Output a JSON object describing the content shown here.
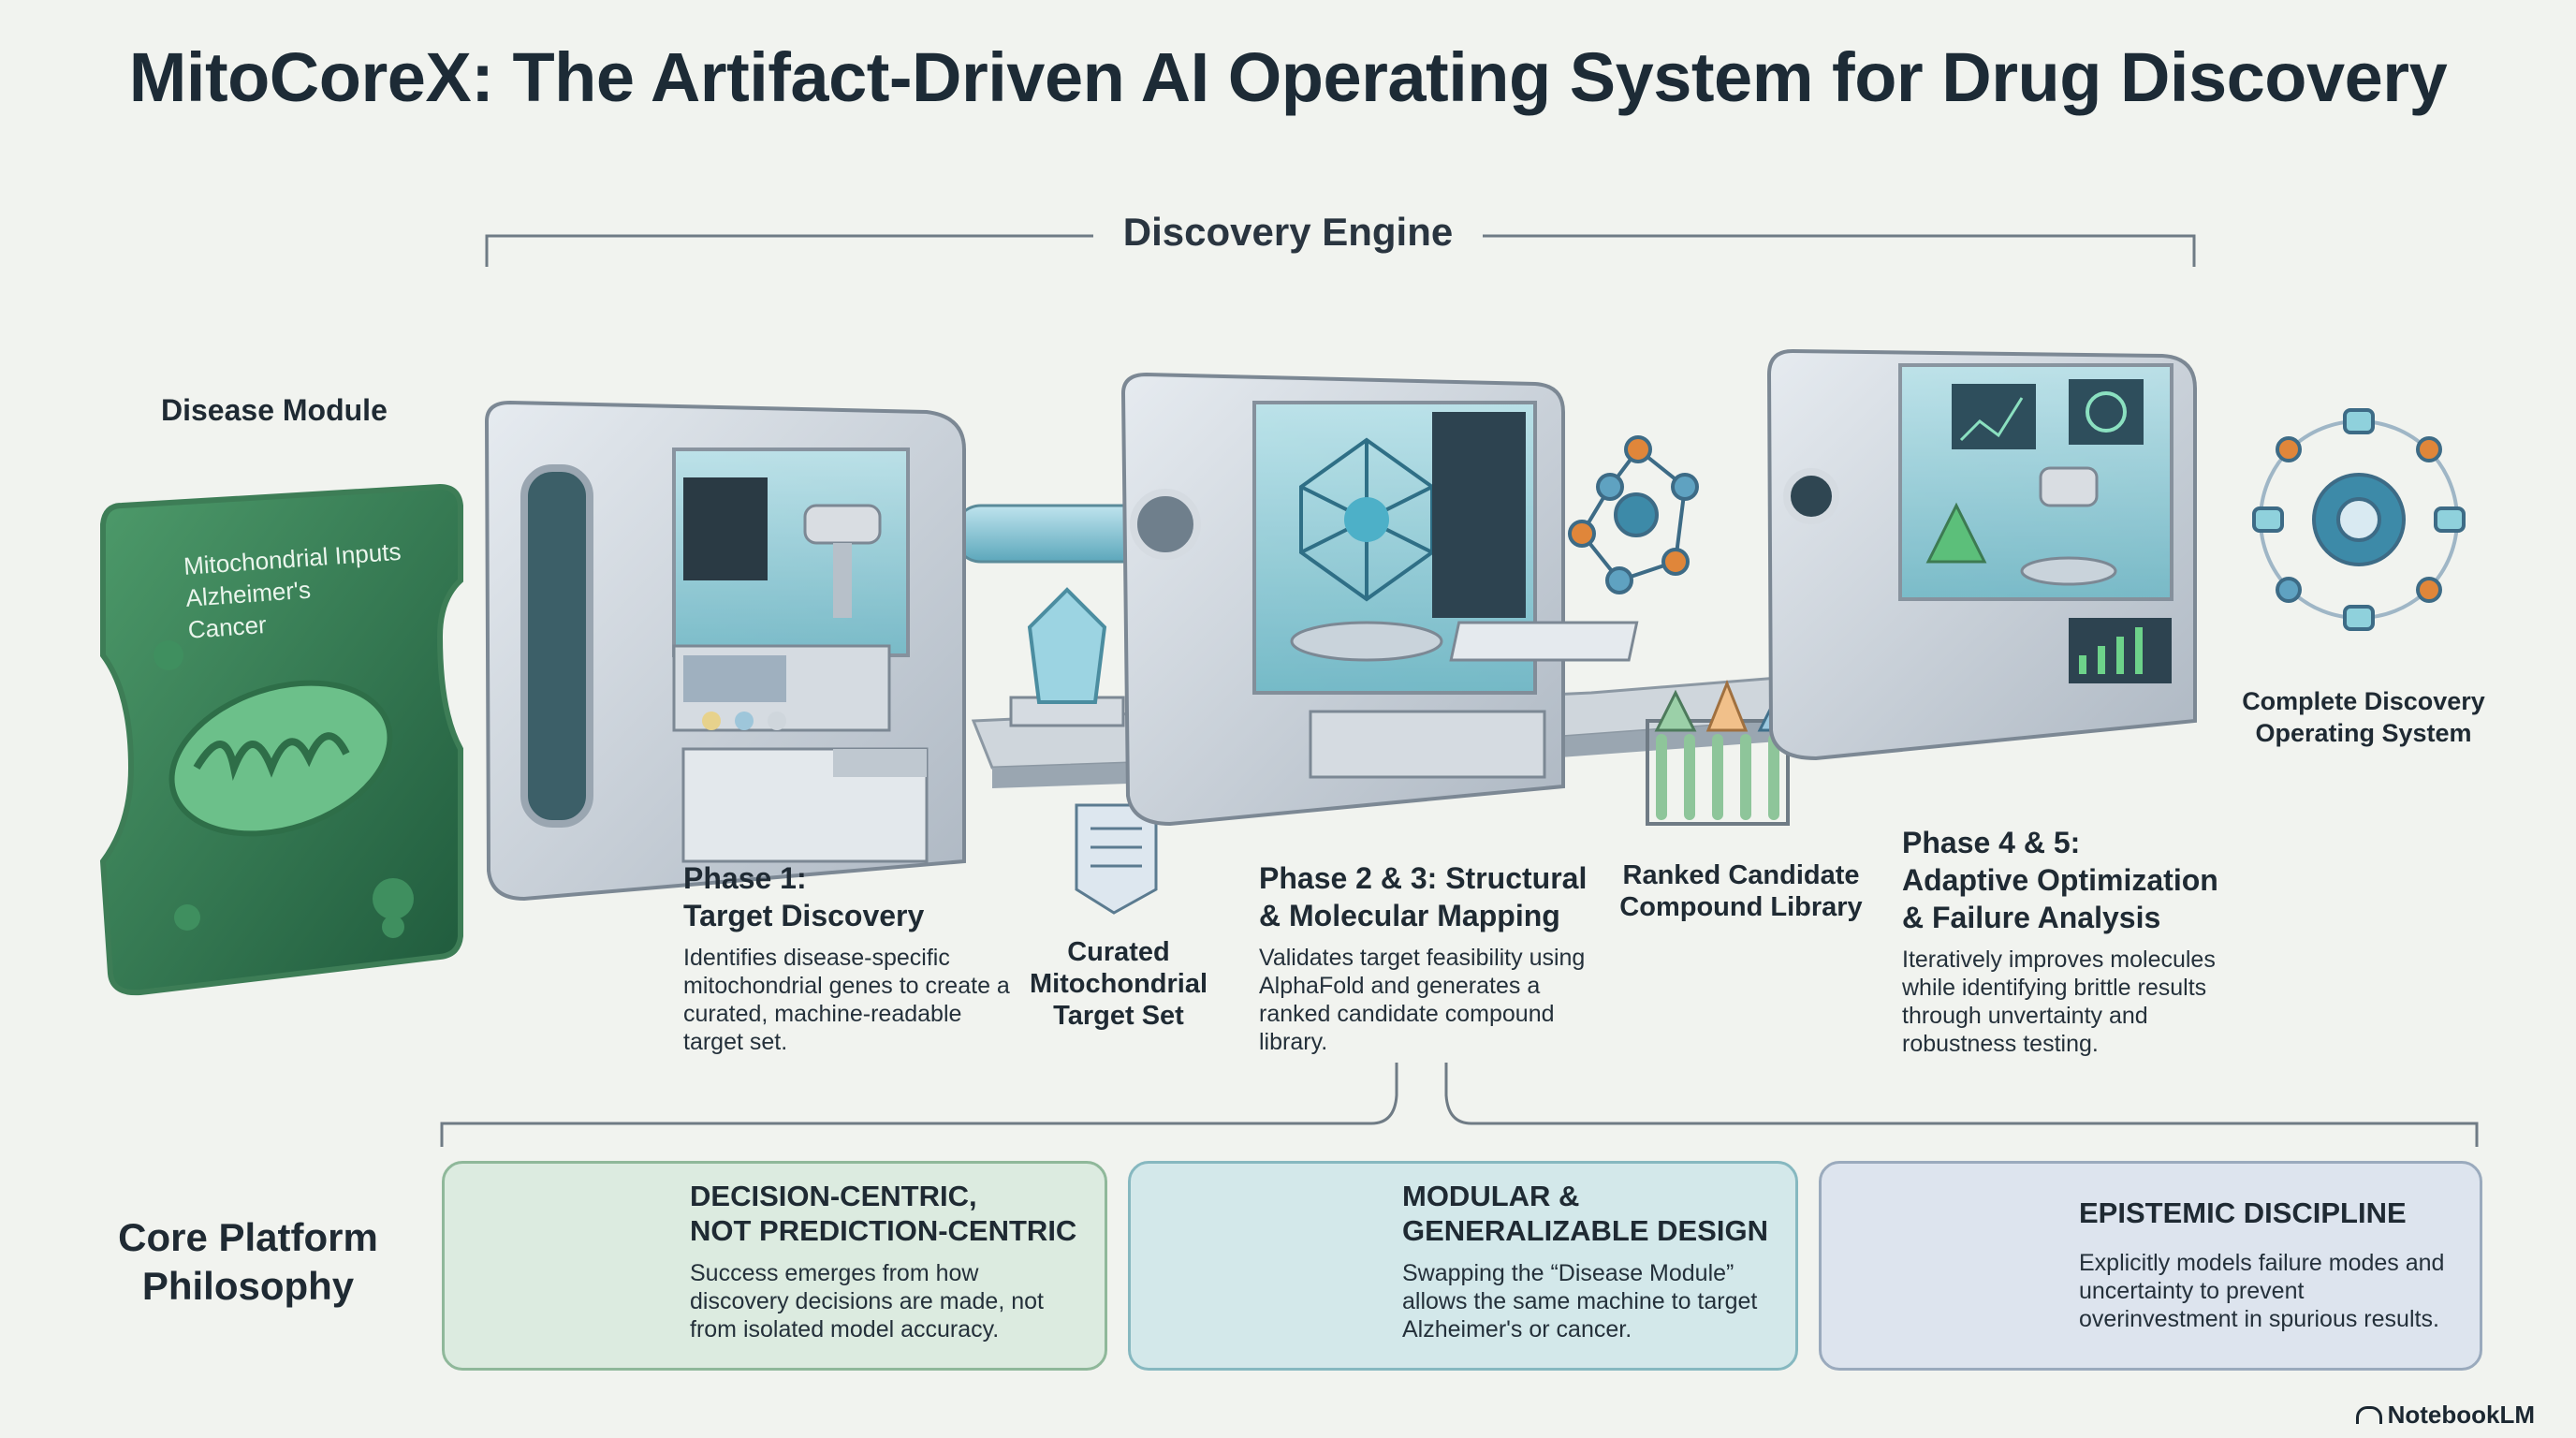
{
  "title": "MitoCoreX: The Artifact-Driven AI Operating System for Drug Discovery",
  "engine_label": "Discovery Engine",
  "disease_module": {
    "label": "Disease Module",
    "card_lines": [
      "Mitochondrial Inputs",
      "Alzheimer's",
      "Cancer"
    ]
  },
  "phases": [
    {
      "title": "Phase 1:\nTarget Discovery",
      "desc": "Identifies disease-specific mitochondrial genes to create a curated, machine-readable target set."
    },
    {
      "title": "Phase 2 & 3: Structural\n& Molecular Mapping",
      "desc": "Validates target feasibility using AlphaFold and generates a ranked candidate compound library."
    },
    {
      "title": "Phase 4 & 5:\nAdaptive Optimization\n& Failure Analysis",
      "desc": "Iteratively improves molecules while identifying brittle results through unvertainty and robustness testing."
    }
  ],
  "artifacts": {
    "curated": "Curated\nMitochondrial\nTarget Set",
    "ranked": "Ranked Candidate\nCompound Library",
    "complete": "Complete Discovery\nOperating System"
  },
  "philosophy": {
    "label": "Core Platform\nPhilosophy",
    "cards": [
      {
        "title": "DECISION-CENTRIC,\nNOT PREDICTION-CENTRIC",
        "desc": "Success emerges from how discovery decisions are made, not from isolated model accuracy.",
        "icon": "balance-scale-icon",
        "color": "#dcebe0"
      },
      {
        "title": "MODULAR &\nGENERALIZABLE DESIGN",
        "desc": "Swapping the “Disease Module” allows the same machine to target Alzheimer's or cancer.",
        "icon": "swap-module-icon",
        "color": "#d3e8ea"
      },
      {
        "title": "EPISTEMIC DISCIPLINE",
        "desc": "Explicitly models failure modes and uncertainty to prevent overinvestment in spurious results.",
        "icon": "uncertainty-chart-icon",
        "color": "#dde4ee"
      }
    ]
  },
  "brand": "NotebookLM",
  "colors": {
    "green": "#2f7a4f",
    "teal": "#8fd1dc",
    "machine": "#c8d0d8",
    "accent_orange": "#e0863a"
  }
}
